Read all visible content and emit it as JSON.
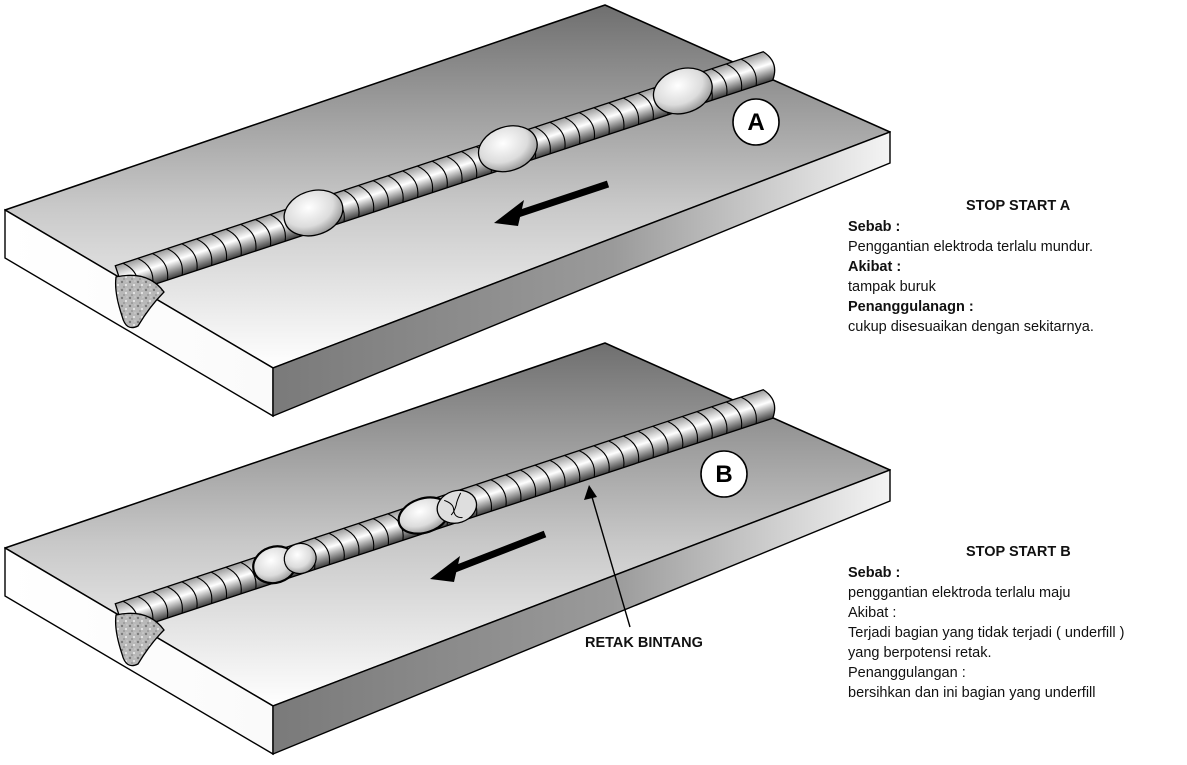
{
  "figure": {
    "description": "Cacat las stop-start: dua pelat dengan jalur las",
    "colors": {
      "plate_dark": "#7a7a7a",
      "plate_light": "#ffffff",
      "outline": "#000000",
      "weld_highlight": "#ffffff",
      "weld_shade": "#3a3a3a"
    }
  },
  "plates": [
    {
      "id": "A",
      "marker_label": "A",
      "defect": "stop-start overlap bulge",
      "direction_arrow": "travel-direction-left"
    },
    {
      "id": "B",
      "marker_label": "B",
      "defect": "stop-start underfill with star crack",
      "direction_arrow": "travel-direction-left",
      "crack_callout": "RETAK BINTANG"
    }
  ],
  "notes": {
    "a": {
      "title": "STOP START  A",
      "cause_label": "Sebab :",
      "cause": "Penggantian elektroda terlalu mundur.",
      "effect_label": "Akibat :",
      "effect": "tampak buruk",
      "remedy_label": "Penanggulanagn :",
      "remedy": "cukup disesuaikan dengan sekitarnya."
    },
    "b": {
      "title": "STOP START  B",
      "cause_label": "Sebab :",
      "cause": "penggantian elektroda terlalu maju",
      "effect_label": "Akibat :",
      "effect_line1": "Terjadi bagian yang tidak terjadi ( underfill )",
      "effect_line2": "yang berpotensi  retak.",
      "remedy_label": "Penanggulangan :",
      "remedy": "bersihkan dan ini bagian yang underfill"
    }
  }
}
